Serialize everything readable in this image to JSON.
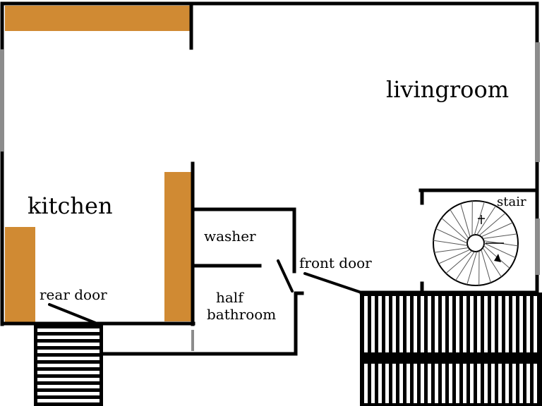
{
  "labels": {
    "kitchen": "kitchen",
    "livingroom": "livingroom",
    "washer": "washer",
    "front_door": "front door",
    "rear_door": "rear door",
    "half_bathroom_line1": "half",
    "half_bathroom_line2": "bathroom",
    "stair": "stair"
  },
  "colors": {
    "wall": "#000000",
    "counter": "#d08a33",
    "window": "#8c8c8c",
    "background": "#ffffff"
  }
}
